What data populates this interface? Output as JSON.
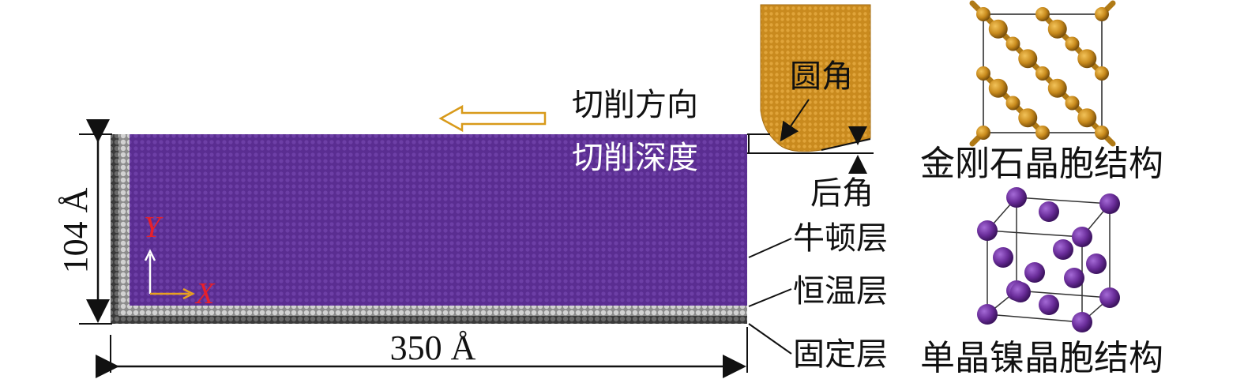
{
  "diagram": {
    "width_dimension": "350 Å",
    "height_dimension": "104 Å",
    "axis_x": "X",
    "axis_y": "Y",
    "cutting_direction": "切削方向",
    "cutting_depth": "切削深度",
    "tool_edge_radius": "圆角",
    "clearance_angle": "后角",
    "layer_newton": "牛顿层",
    "layer_thermostat": "恒温层",
    "layer_fixed": "固定层",
    "diamond_cell_caption": "金刚石晶胞结构",
    "nickel_cell_caption": "单晶镍晶胞结构"
  },
  "colors": {
    "workpiece": "#5a2d91",
    "workpiece_dot": "#6d3fa6",
    "thermostat": "#b8b8b8",
    "fixed": "#4a4a4a",
    "tool": "#c98a1e",
    "tool_dark": "#8f5e10",
    "nickel_atom": "#6a2d9a",
    "arrow_orange": "#d89a1a",
    "axis_red": "#e8202a"
  }
}
